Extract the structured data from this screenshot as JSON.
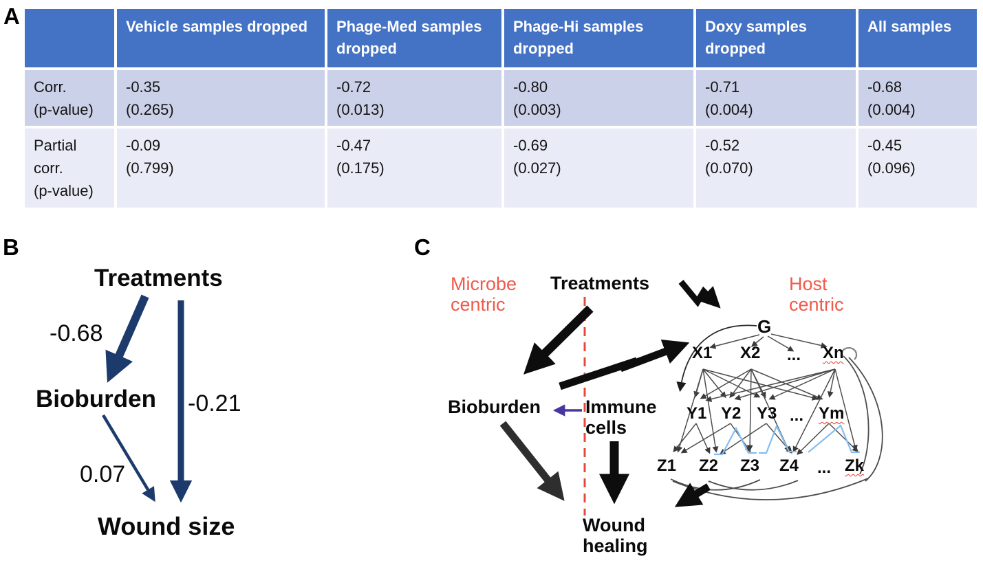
{
  "panel_a": {
    "label": "A",
    "table": {
      "header": [
        "",
        "Vehicle samples dropped",
        "Phage-Med samples dropped",
        "Phage-Hi samples dropped",
        "Doxy samples dropped",
        "All samples"
      ],
      "rows": [
        {
          "label_l1": "Corr.",
          "label_l2": "(p-value)",
          "cells": [
            {
              "v": "-0.35",
              "p": "(0.265)"
            },
            {
              "v": "-0.72",
              "p": "(0.013)"
            },
            {
              "v": "-0.80",
              "p": "(0.003)"
            },
            {
              "v": "-0.71",
              "p": "(0.004)"
            },
            {
              "v": "-0.68",
              "p": "(0.004)"
            }
          ]
        },
        {
          "label_l1": "Partial corr.",
          "label_l2": "(p-value)",
          "cells": [
            {
              "v": "-0.09",
              "p": "(0.799)"
            },
            {
              "v": "-0.47",
              "p": "(0.175)"
            },
            {
              "v": "-0.69",
              "p": "(0.027)"
            },
            {
              "v": "-0.52",
              "p": "(0.070)"
            },
            {
              "v": "-0.45",
              "p": "(0.096)"
            }
          ]
        }
      ]
    }
  },
  "panel_b": {
    "label": "B",
    "nodes": {
      "treatments": "Treatments",
      "bioburden": "Bioburden",
      "wound": "Wound size"
    },
    "edge_labels": {
      "treatments_bioburden": "-0.68",
      "treatments_wound": "-0.21",
      "bioburden_wound": "0.07"
    }
  },
  "panel_c": {
    "label": "C",
    "regions": {
      "microbe_l1": "Microbe",
      "microbe_l2": "centric",
      "host_l1": "Host",
      "host_l2": "centric"
    },
    "labels": {
      "treatments": "Treatments",
      "bioburden": "Bioburden",
      "immune_l1": "Immune",
      "immune_l2": "cells",
      "wound_l1": "Wound",
      "wound_l2": "healing"
    },
    "g_node": "G",
    "x_nodes": [
      "X1",
      "X2",
      "...",
      "Xn"
    ],
    "y_nodes": [
      "Y1",
      "Y2",
      "Y3",
      "...",
      "Ym"
    ],
    "z_nodes": [
      "Z1",
      "Z2",
      "Z3",
      "Z4",
      "...",
      "Zk"
    ]
  },
  "colors": {
    "table_header_bg": "#4472c4",
    "table_row1_bg": "#cbd1e8",
    "table_row2_bg": "#e9ecf6",
    "navy_arrow": "#1d3a6c",
    "black_arrow": "#0d0d0d",
    "purple_arrow": "#4636a0",
    "red_dashed_line": "#e8473c",
    "region_text": "#f05a4a",
    "blue_tent": "#85bdf0"
  }
}
